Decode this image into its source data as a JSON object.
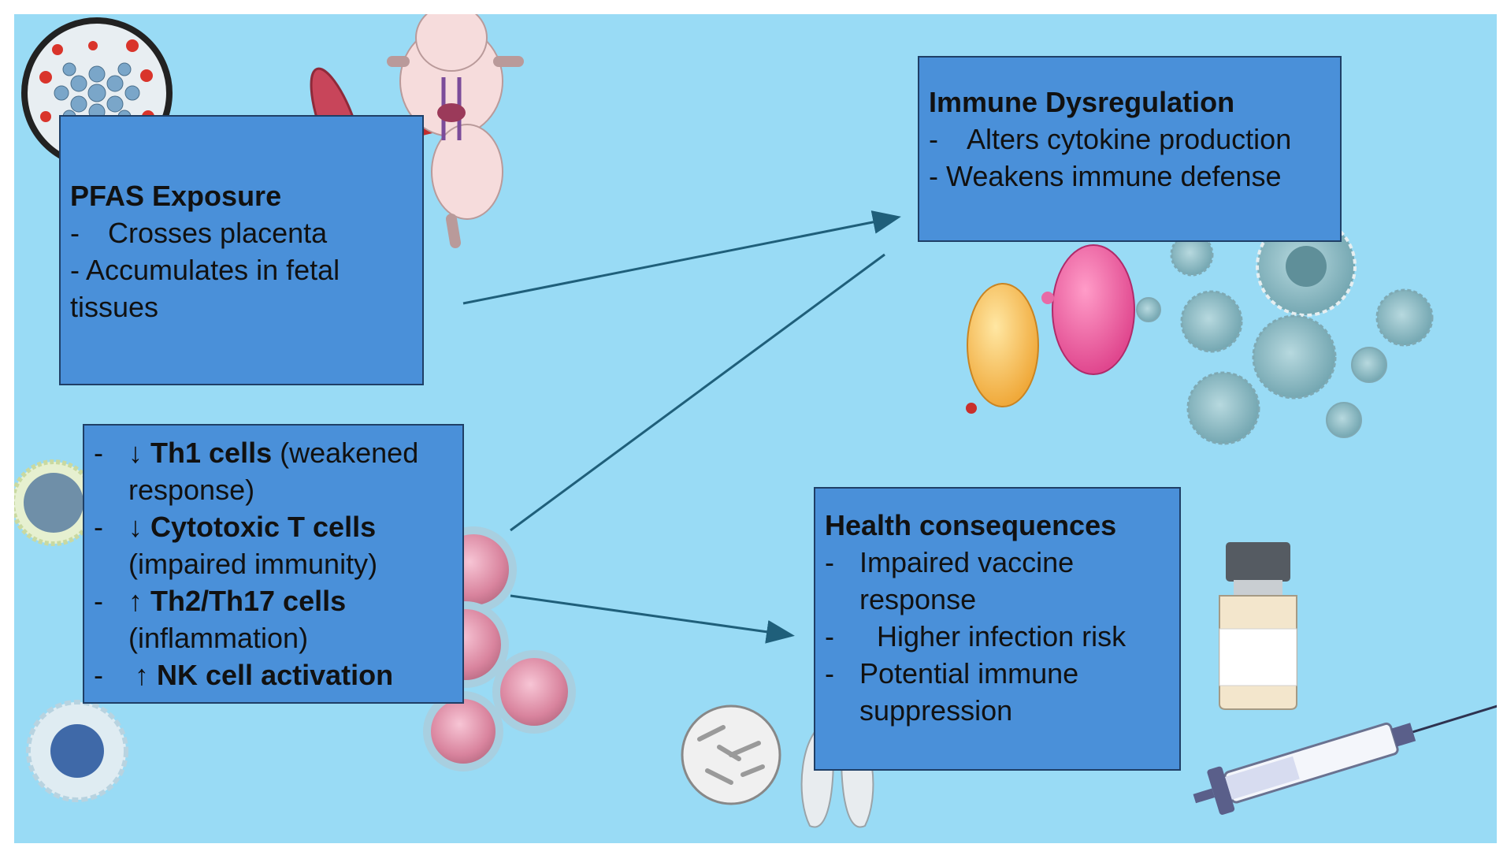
{
  "pfas_box": {
    "title": "PFAS Exposure",
    "bullet1": "Crosses placenta",
    "bullet2_line1": "- Accumulates in fetal",
    "bullet2_line2": "tissues"
  },
  "cells_box": {
    "item1": {
      "arrow": "↓",
      "bold": "Th1 cells",
      "rest": " (weakened",
      "cont": "response)"
    },
    "item2": {
      "arrow": "↓",
      "bold": "Cytotoxic T cells",
      "cont": "(impaired immunity)"
    },
    "item3": {
      "arrow": "↑",
      "bold": "Th2/Th17 cells",
      "cont": "(inflammation)"
    },
    "item4": {
      "arrow": "↑",
      "bold": "NK cell activation"
    }
  },
  "immune_box": {
    "title": "Immune Dysregulation",
    "bullet1": "Alters cytokine production",
    "bullet2": "- Weakens immune defense"
  },
  "health_box": {
    "title": "Health consequences",
    "b1_line1": "Impaired vaccine",
    "b1_line2": "response",
    "b2": "Higher infection risk",
    "b3_line1": "Potential immune",
    "b3_line2": "suppression"
  },
  "dash": "-",
  "colors": {
    "background": "#99dbf5",
    "box_fill": "#4a90d9",
    "box_border": "#1f3f66",
    "arrow": "#1f5f7a"
  },
  "icons": [
    "pfas-molecule-icon",
    "fetus-placenta-icon",
    "immune-cells-cluster-icon",
    "lymphocyte-cluster-icon",
    "dendritic-cell-icon",
    "vaccine-vial-icon",
    "syringe-icon",
    "lungs-bacteria-icon"
  ]
}
